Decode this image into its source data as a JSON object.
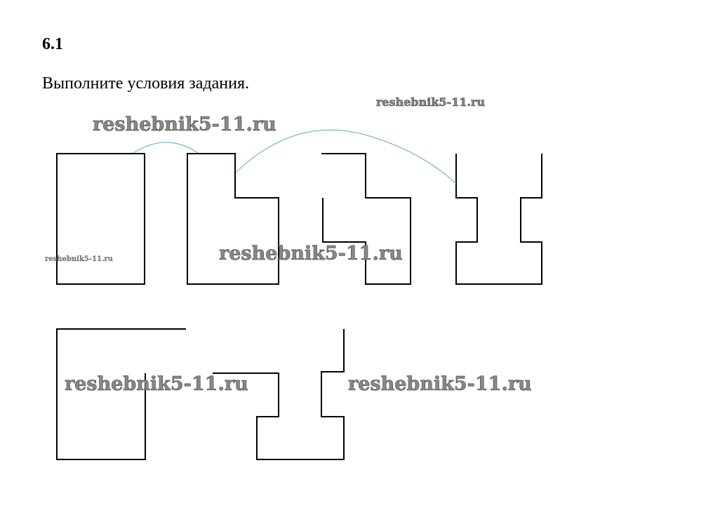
{
  "heading": "6.1",
  "instruction": "Выполните условия задания.",
  "watermarks": [
    "reshebnik5-11.ru",
    "reshebnik5-11.ru",
    "reshebnik5-11.ru",
    "reshebnik5-11.ru",
    "reshebnik5-11.ru",
    "reshebnik5-11.ru"
  ],
  "colors": {
    "outline": "#000000",
    "arc": "#5fa8b8"
  }
}
